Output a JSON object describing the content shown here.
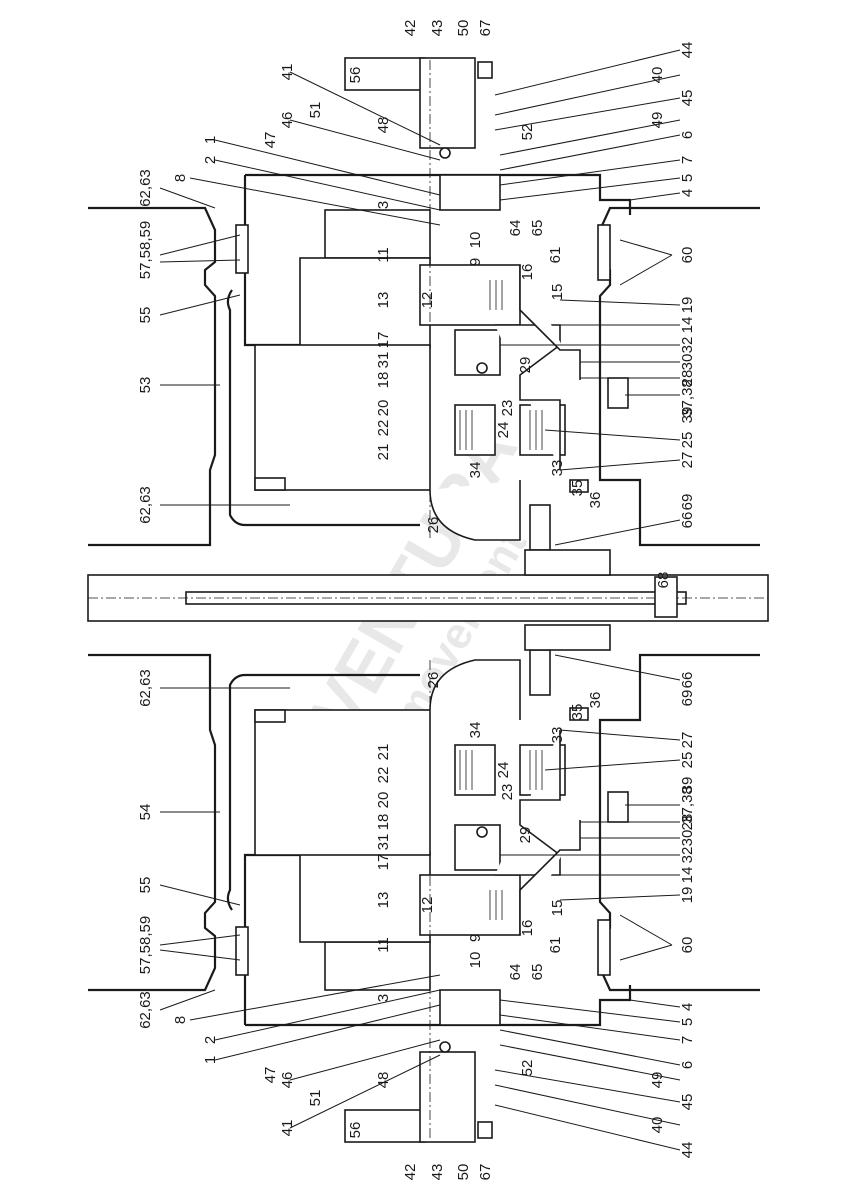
{
  "figure": {
    "watermark_brand": "VENTURA",
    "watermark_sub": "movement",
    "labels_left": [
      "41",
      "46",
      "47",
      "1",
      "2",
      "8",
      "62,63",
      "57,58,59",
      "55",
      "53",
      "62,63",
      "62,63",
      "54",
      "55",
      "57,58,59",
      "62,63",
      "8",
      "2",
      "1",
      "47",
      "46",
      "41"
    ],
    "labels_top": [
      "42",
      "43",
      "50",
      "67",
      "56",
      "51",
      "48",
      "3",
      "11",
      "13",
      "12",
      "17",
      "31",
      "18",
      "20",
      "22",
      "21",
      "26"
    ],
    "labels_right": [
      "44",
      "40",
      "45",
      "52",
      "49",
      "6",
      "7",
      "5",
      "4",
      "64",
      "65",
      "61",
      "60",
      "16",
      "15",
      "19",
      "14",
      "32",
      "30",
      "28",
      "37,38",
      "39",
      "25",
      "27",
      "33",
      "36",
      "35",
      "66",
      "69",
      "68"
    ],
    "labels_inner": [
      "9",
      "10",
      "29",
      "23",
      "24",
      "34"
    ],
    "labels_bottom": [
      "42",
      "43",
      "50",
      "67",
      "56",
      "51",
      "48",
      "3",
      "11",
      "13",
      "12",
      "17",
      "31",
      "18",
      "20",
      "22",
      "21",
      "26",
      "44",
      "40",
      "45",
      "52",
      "49",
      "6",
      "7",
      "5",
      "4",
      "64",
      "65",
      "61",
      "60",
      "16",
      "15",
      "19",
      "14",
      "32",
      "30",
      "28",
      "37,38",
      "39",
      "25",
      "27",
      "33",
      "36",
      "35",
      "66",
      "69",
      "9",
      "10",
      "29",
      "23",
      "24",
      "34"
    ]
  }
}
